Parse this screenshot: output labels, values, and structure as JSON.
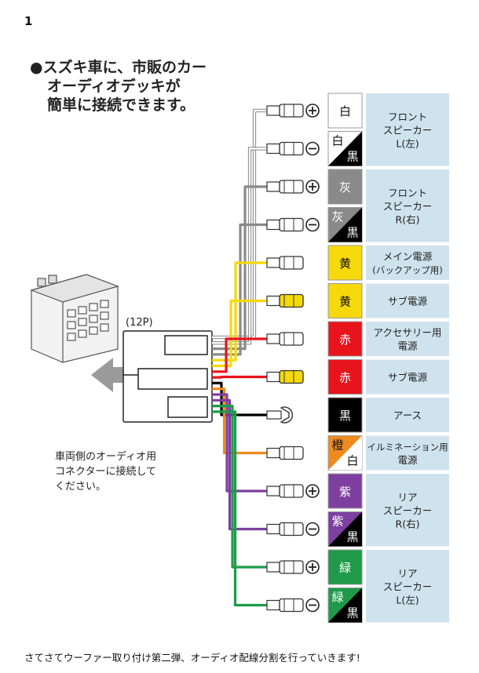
{
  "page_number": "1",
  "headline": [
    "●スズキ車に、市販のカー",
    "オーディオデッキが",
    "簡単に接続できます。"
  ],
  "connector_label": "(12P)",
  "car_side_note": [
    "車両側のオーディオ用",
    "コネクターに接続して",
    "ください。"
  ],
  "colors": {
    "white": "#ffffff",
    "gray": "#8a8a8a",
    "yellow": "#f5d90a",
    "red": "#e8141b",
    "black": "#000000",
    "orange": "#f08a1e",
    "purple": "#7d3fa0",
    "green": "#1f9a4a",
    "panel_blue": "#cfe3ee"
  },
  "wires": [
    {
      "id": "w1",
      "label": "白",
      "label2": "",
      "terminal": "plus",
      "color_key": "white",
      "stripe": ""
    },
    {
      "id": "w2",
      "label": "白",
      "label2": "黒",
      "terminal": "minus",
      "color_key": "white",
      "stripe": "black"
    },
    {
      "id": "w3",
      "label": "灰",
      "label2": "",
      "terminal": "plus",
      "color_key": "gray",
      "stripe": ""
    },
    {
      "id": "w4",
      "label": "灰",
      "label2": "黒",
      "terminal": "minus",
      "color_key": "gray",
      "stripe": "black"
    },
    {
      "id": "w5",
      "label": "黄",
      "label2": "",
      "terminal": "female",
      "color_key": "yellow",
      "stripe": ""
    },
    {
      "id": "w6",
      "label": "黄",
      "label2": "",
      "terminal": "male",
      "color_key": "yellow",
      "stripe": ""
    },
    {
      "id": "w7",
      "label": "赤",
      "label2": "",
      "terminal": "female",
      "color_key": "red",
      "stripe": ""
    },
    {
      "id": "w8",
      "label": "赤",
      "label2": "",
      "terminal": "male",
      "color_key": "red",
      "stripe": ""
    },
    {
      "id": "w9",
      "label": "黒",
      "label2": "",
      "terminal": "ring",
      "color_key": "black",
      "stripe": ""
    },
    {
      "id": "w10",
      "label": "橙",
      "label2": "白",
      "terminal": "female",
      "color_key": "orange",
      "stripe": "white"
    },
    {
      "id": "w11",
      "label": "紫",
      "label2": "",
      "terminal": "plus",
      "color_key": "purple",
      "stripe": ""
    },
    {
      "id": "w12",
      "label": "紫",
      "label2": "黒",
      "terminal": "minus",
      "color_key": "purple",
      "stripe": "black"
    },
    {
      "id": "w13",
      "label": "緑",
      "label2": "",
      "terminal": "plus",
      "color_key": "green",
      "stripe": ""
    },
    {
      "id": "w14",
      "label": "緑",
      "label2": "黒",
      "terminal": "minus",
      "color_key": "green",
      "stripe": "black"
    }
  ],
  "groups": [
    {
      "rows": [
        0,
        1
      ],
      "lines": [
        "フロント",
        "スピーカー",
        "L(左)"
      ]
    },
    {
      "rows": [
        2,
        3
      ],
      "lines": [
        "フロント",
        "スピーカー",
        "R(右)"
      ]
    },
    {
      "rows": [
        4,
        4
      ],
      "lines": [
        "メイン電源",
        "(バックアップ用)"
      ]
    },
    {
      "rows": [
        5,
        5
      ],
      "lines": [
        "サブ電源"
      ]
    },
    {
      "rows": [
        6,
        6
      ],
      "lines": [
        "アクセサリー用",
        "電源"
      ]
    },
    {
      "rows": [
        7,
        7
      ],
      "lines": [
        "サブ電源"
      ]
    },
    {
      "rows": [
        8,
        8
      ],
      "lines": [
        "アース"
      ]
    },
    {
      "rows": [
        9,
        9
      ],
      "lines": [
        "イルミネーション用",
        "電源"
      ]
    },
    {
      "rows": [
        10,
        11
      ],
      "lines": [
        "リア",
        "スピーカー",
        "R(右)"
      ]
    },
    {
      "rows": [
        12,
        13
      ],
      "lines": [
        "リア",
        "スピーカー",
        "L(左)"
      ]
    }
  ],
  "caption": "さてさてウーファー取り付け第二弾、オーディオ配線分割を行っていきます!"
}
